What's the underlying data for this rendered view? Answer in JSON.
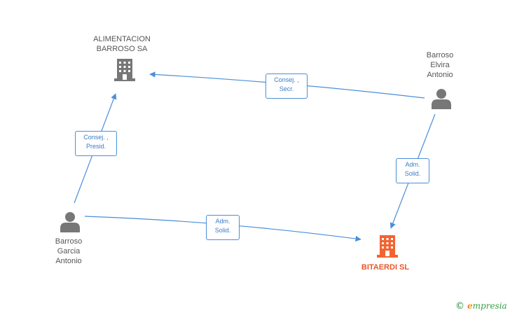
{
  "colors": {
    "edge": "#4a8fd9",
    "person": "#777777",
    "company": "#777777",
    "target": "#f26430"
  },
  "nodes": {
    "alimentacion": {
      "label": "ALIMENTACION\nBARROSO SA",
      "icon": "building-icon"
    },
    "elvira": {
      "label": "Barroso\nElvira\nAntonio",
      "icon": "person-icon"
    },
    "garcia": {
      "label": "Barroso\nGarcia\nAntonio",
      "icon": "person-icon"
    },
    "bitaerdi": {
      "label": "BITAERDI SL",
      "icon": "building-icon"
    }
  },
  "edges": {
    "elvira_alimentacion": {
      "label": "Consej. ,\nSecr."
    },
    "garcia_alimentacion": {
      "label": "Consej. ,\nPresid."
    },
    "elvira_bitaerdi": {
      "label": "Adm.\nSolid."
    },
    "garcia_bitaerdi": {
      "label": "Adm.\nSolid."
    }
  },
  "footer": {
    "copyright_symbol": "©",
    "brand_initial": "e",
    "brand_rest": "mpresia"
  }
}
